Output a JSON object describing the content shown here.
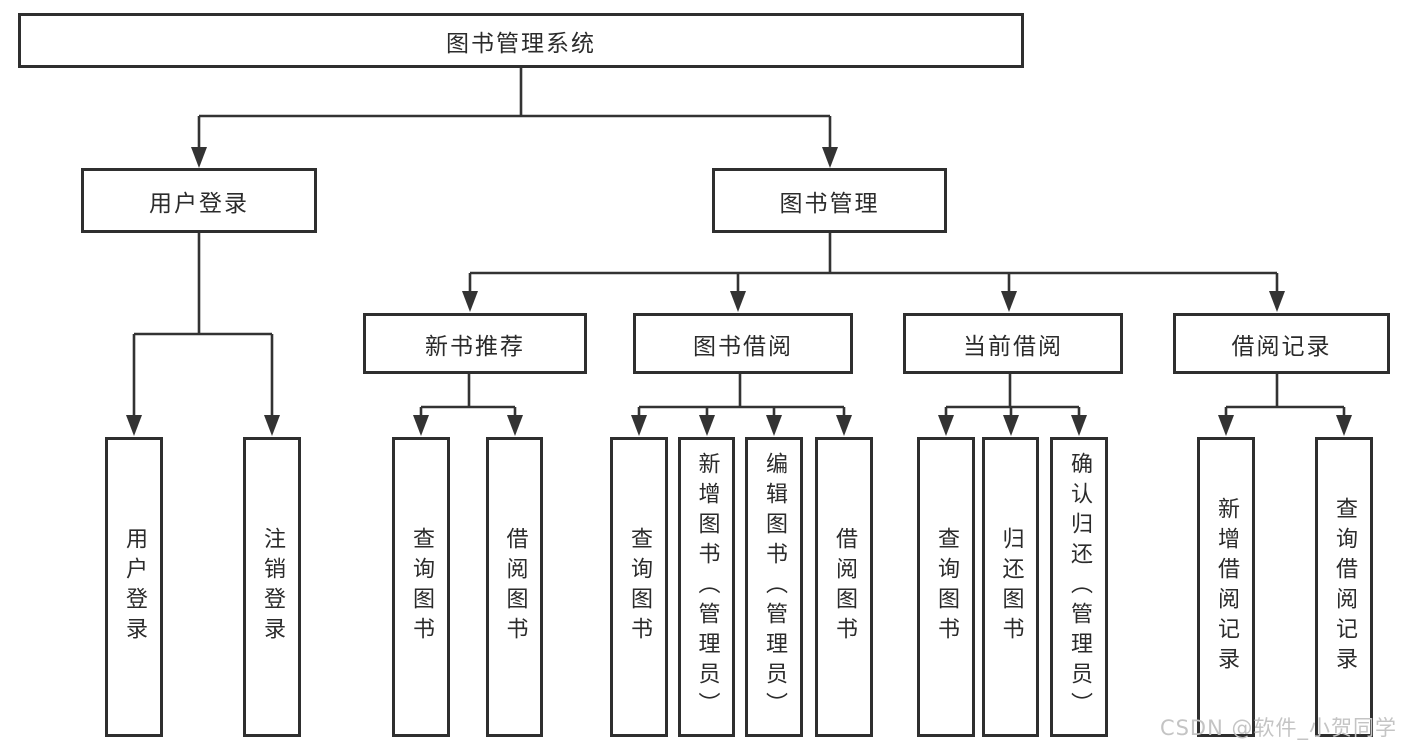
{
  "diagram_type": "functional-structure-tree",
  "tree": {
    "label": "图书管理系统",
    "children": [
      {
        "label": "用户登录",
        "children": [
          {
            "label": "用户登录"
          },
          {
            "label": "注销登录"
          }
        ]
      },
      {
        "label": "图书管理",
        "children": [
          {
            "label": "新书推荐",
            "children": [
              {
                "label": "查询图书"
              },
              {
                "label": "借阅图书"
              }
            ]
          },
          {
            "label": "图书借阅",
            "children": [
              {
                "label": "查询图书"
              },
              {
                "label": "新增图书（管理员）"
              },
              {
                "label": "编辑图书（管理员）"
              },
              {
                "label": "借阅图书"
              }
            ]
          },
          {
            "label": "当前借阅",
            "children": [
              {
                "label": "查询图书"
              },
              {
                "label": "归还图书"
              },
              {
                "label": "确认归还（管理员）"
              }
            ]
          },
          {
            "label": "借阅记录",
            "children": [
              {
                "label": "新增借阅记录"
              },
              {
                "label": "查询借阅记录"
              }
            ]
          }
        ]
      }
    ]
  },
  "watermark": {
    "text": "CSDN @软件_小贺同学"
  },
  "colors": {
    "background": "#ffffff",
    "box_border": "#2f2f2f",
    "connector": "#333333",
    "text": "#2b2b2b",
    "watermark": "#c4c4c4"
  }
}
